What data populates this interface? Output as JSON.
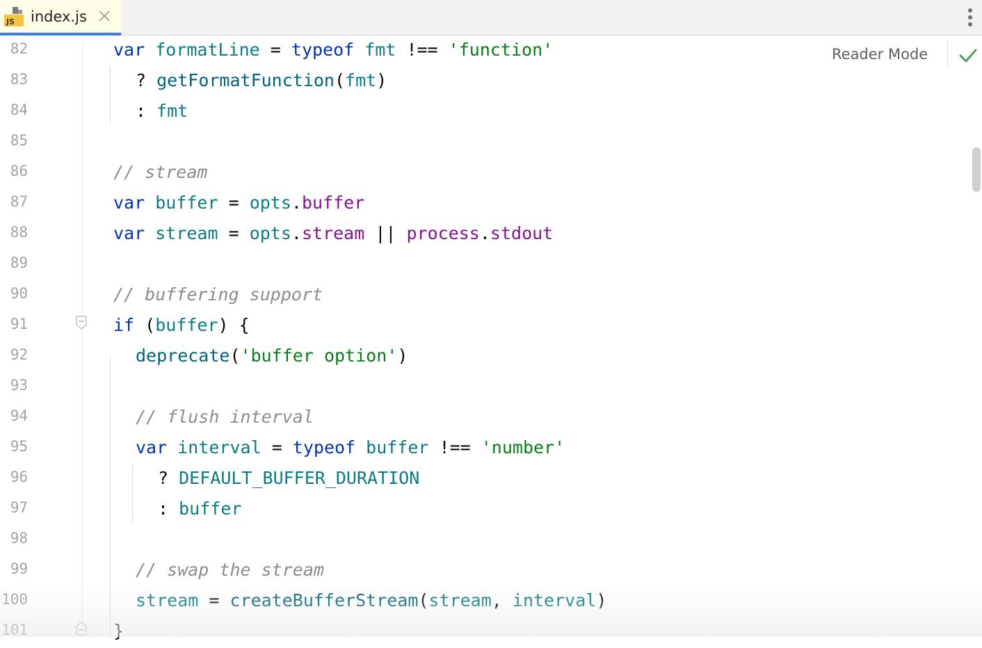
{
  "tab": {
    "filename": "index.js",
    "icon_label": "JS",
    "icon": "js-file-icon"
  },
  "reader_mode": "Reader Mode",
  "colors": {
    "keyword": "#0033b3",
    "identifier": "#0a7b83",
    "string": "#067d17",
    "property": "#871094",
    "function": "#00627a",
    "comment": "#8c8c8c",
    "tab_active_bg": "#fffde7",
    "tab_underline": "#3d7ce0"
  },
  "line_numbers": [
    "82",
    "83",
    "84",
    "85",
    "86",
    "87",
    "88",
    "89",
    "90",
    "91",
    "92",
    "93",
    "94",
    "95",
    "96",
    "97",
    "98",
    "99",
    "100",
    "101"
  ],
  "code": [
    [
      {
        "t": "var ",
        "c": "kw"
      },
      {
        "t": "formatLine",
        "c": "id"
      },
      {
        "t": " = "
      },
      {
        "t": "typeof ",
        "c": "kw"
      },
      {
        "t": "fmt",
        "c": "id"
      },
      {
        "t": " !== "
      },
      {
        "t": "'function'",
        "c": "str"
      }
    ],
    [
      {
        "t": "? "
      },
      {
        "t": "getFormatFunction",
        "c": "fn"
      },
      {
        "t": "("
      },
      {
        "t": "fmt",
        "c": "id"
      },
      {
        "t": ")"
      }
    ],
    [
      {
        "t": ": "
      },
      {
        "t": "fmt",
        "c": "id"
      }
    ],
    [],
    [
      {
        "t": "// stream",
        "c": "cm"
      }
    ],
    [
      {
        "t": "var ",
        "c": "kw"
      },
      {
        "t": "buffer",
        "c": "id"
      },
      {
        "t": " = "
      },
      {
        "t": "opts",
        "c": "id"
      },
      {
        "t": "."
      },
      {
        "t": "buffer",
        "c": "prop"
      }
    ],
    [
      {
        "t": "var ",
        "c": "kw"
      },
      {
        "t": "stream",
        "c": "id"
      },
      {
        "t": " = "
      },
      {
        "t": "opts",
        "c": "id"
      },
      {
        "t": "."
      },
      {
        "t": "stream",
        "c": "prop"
      },
      {
        "t": " || "
      },
      {
        "t": "process",
        "c": "prop"
      },
      {
        "t": "."
      },
      {
        "t": "stdout",
        "c": "prop"
      }
    ],
    [],
    [
      {
        "t": "// buffering support",
        "c": "cm"
      }
    ],
    [
      {
        "t": "if ",
        "c": "kw"
      },
      {
        "t": "("
      },
      {
        "t": "buffer",
        "c": "id"
      },
      {
        "t": ") {"
      }
    ],
    [
      {
        "t": "deprecate",
        "c": "fn"
      },
      {
        "t": "("
      },
      {
        "t": "'buffer option'",
        "c": "str"
      },
      {
        "t": ")"
      }
    ],
    [],
    [
      {
        "t": "// flush interval",
        "c": "cm"
      }
    ],
    [
      {
        "t": "var ",
        "c": "kw"
      },
      {
        "t": "interval",
        "c": "id"
      },
      {
        "t": " = "
      },
      {
        "t": "typeof ",
        "c": "kw"
      },
      {
        "t": "buffer",
        "c": "id"
      },
      {
        "t": " !== "
      },
      {
        "t": "'number'",
        "c": "str"
      }
    ],
    [
      {
        "t": "? "
      },
      {
        "t": "DEFAULT_BUFFER_DURATION",
        "c": "id"
      }
    ],
    [
      {
        "t": ": "
      },
      {
        "t": "buffer",
        "c": "id"
      }
    ],
    [],
    [
      {
        "t": "// swap the stream",
        "c": "cm"
      }
    ],
    [
      {
        "t": "stream",
        "c": "id"
      },
      {
        "t": " = "
      },
      {
        "t": "createBufferStream",
        "c": "fn"
      },
      {
        "t": "("
      },
      {
        "t": "stream",
        "c": "id"
      },
      {
        "t": ", "
      },
      {
        "t": "interval",
        "c": "id"
      },
      {
        "t": ")"
      }
    ],
    [
      {
        "t": "}"
      }
    ]
  ]
}
